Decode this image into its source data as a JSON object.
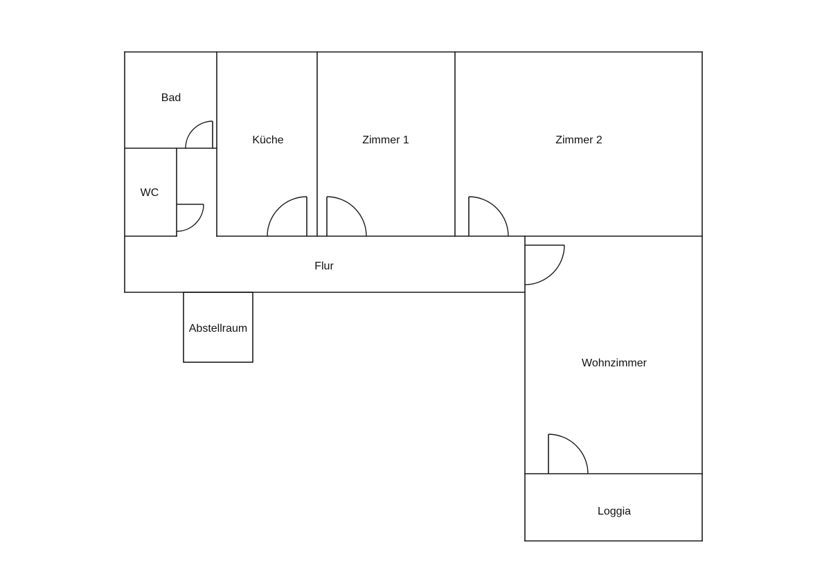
{
  "floor_plan": {
    "rooms": {
      "bad": "Bad",
      "wc": "WC",
      "kueche": "Küche",
      "zimmer1": "Zimmer 1",
      "zimmer2": "Zimmer 2",
      "flur": "Flur",
      "abstellraum": "Abstellraum",
      "wohnzimmer": "Wohnzimmer",
      "loggia": "Loggia"
    },
    "colors": {
      "wall": "#1a1a1a",
      "background": "#ffffff"
    }
  }
}
